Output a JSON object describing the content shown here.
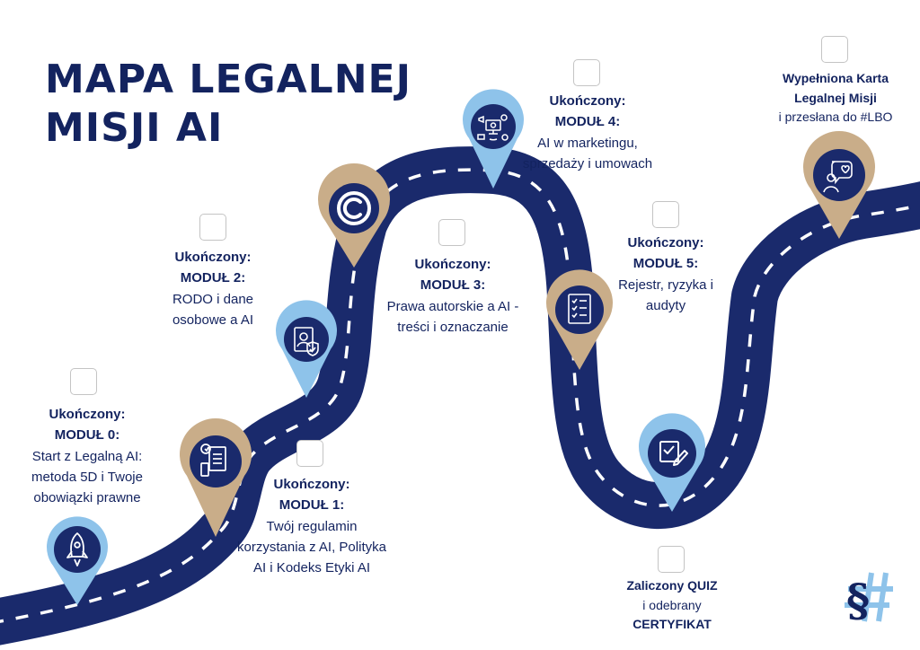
{
  "title": {
    "line1": "MAPA LEGALNEJ",
    "line2": "MISJI AI"
  },
  "colors": {
    "navy": "#13235f",
    "road": "#1a2a6c",
    "light_blue": "#8ec3ea",
    "beige": "#c9ad89"
  },
  "steps": [
    {
      "status": "Ukończony:",
      "module": "MODUŁ 0:",
      "description": "Start z Legalną AI: metoda 5D i Twoje obowiązki prawne",
      "icon": "rocket-icon",
      "checked": false
    },
    {
      "status": "Ukończony:",
      "module": "MODUŁ 1:",
      "description": "Twój regulamin korzystania z AI, Polityka AI i Kodeks Etyki AI",
      "icon": "document-gear-icon",
      "checked": false
    },
    {
      "status": "Ukończony:",
      "module": "MODUŁ 2:",
      "description": "RODO i dane osobowe a AI",
      "icon": "id-card-shield-icon",
      "checked": false
    },
    {
      "status": "Ukończony:",
      "module": "MODUŁ 3:",
      "description": "Prawa autorskie a AI - treści i oznaczanie",
      "icon": "copyright-icon",
      "checked": false
    },
    {
      "status": "Ukończony:",
      "module": "MODUŁ 4:",
      "description": "AI w marketingu, sprzedaży i umowach",
      "icon": "marketing-icon",
      "checked": false
    },
    {
      "status": "Ukończony:",
      "module": "MODUŁ 5:",
      "description": "Rejestr, ryzyka i audyty",
      "icon": "checklist-icon",
      "checked": false
    },
    {
      "title": "Zaliczony QUIZ",
      "description": "i odebrany",
      "description2": "CERTYFIKAT",
      "icon": "quiz-check-icon",
      "checked": false
    },
    {
      "title": "Wypełniona Karta Legalnej Misji",
      "description": "i przesłana do #LBO",
      "icon": "person-heart-icon",
      "checked": false
    }
  ],
  "logo": {
    "icon": "section-hash-logo-icon"
  }
}
